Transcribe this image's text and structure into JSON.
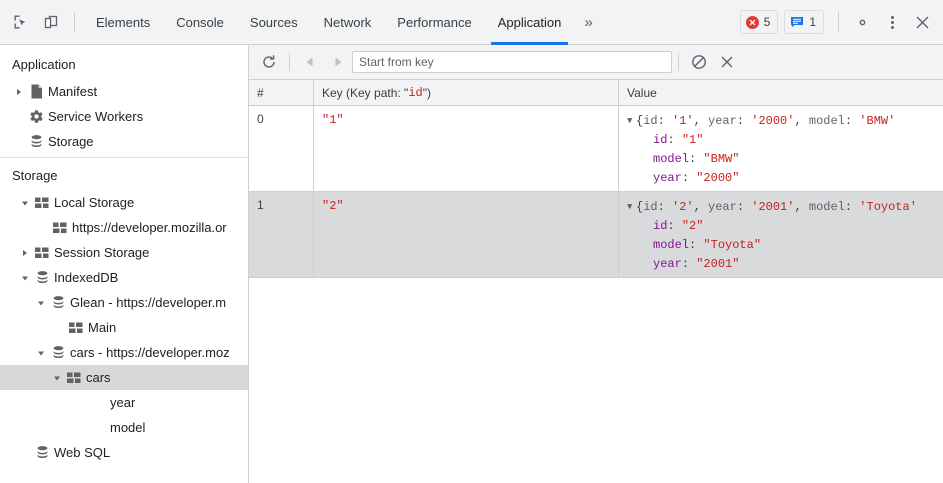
{
  "topbar": {
    "icons": [
      {
        "name": "inspect-element-icon",
        "title": "Inspect element"
      },
      {
        "name": "device-toolbar-icon",
        "title": "Toggle device toolbar"
      }
    ],
    "tabs": [
      {
        "label": "Elements",
        "active": false
      },
      {
        "label": "Console",
        "active": false
      },
      {
        "label": "Sources",
        "active": false
      },
      {
        "label": "Network",
        "active": false
      },
      {
        "label": "Performance",
        "active": false
      },
      {
        "label": "Application",
        "active": true
      }
    ],
    "more_tabs_label": "»",
    "error_count": "5",
    "message_count": "1",
    "settings_label": "Settings",
    "menu_label": "Customize and control DevTools",
    "close_label": "Close DevTools",
    "accent_color": "#1a73e8",
    "error_color": "#e53935",
    "message_color": "#1a73e8"
  },
  "sidebar": {
    "application_title": "Application",
    "application_items": [
      {
        "label": "Manifest",
        "icon": "document-icon",
        "arrow": "collapsed",
        "indent": 0,
        "selected": false
      },
      {
        "label": "Service Workers",
        "icon": "gear-icon",
        "arrow": "none",
        "indent": 0,
        "selected": false
      },
      {
        "label": "Storage",
        "icon": "database-icon",
        "arrow": "none",
        "indent": 0,
        "selected": false
      }
    ],
    "storage_title": "Storage",
    "storage_items": [
      {
        "label": "Local Storage",
        "icon": "table-icon",
        "arrow": "expanded",
        "indent": 0,
        "selected": false
      },
      {
        "label": "https://developer.mozilla.or",
        "icon": "table-icon",
        "arrow": "none",
        "indent": 1,
        "selected": false
      },
      {
        "label": "Session Storage",
        "icon": "table-icon",
        "arrow": "collapsed",
        "indent": 0,
        "selected": false
      },
      {
        "label": "IndexedDB",
        "icon": "database-icon",
        "arrow": "expanded",
        "indent": 0,
        "selected": false
      },
      {
        "label": "Glean - https://developer.m",
        "icon": "database-icon",
        "arrow": "expanded",
        "indent": 1,
        "selected": false
      },
      {
        "label": "Main",
        "icon": "table-icon",
        "arrow": "none",
        "indent": 2,
        "selected": false
      },
      {
        "label": "cars - https://developer.moz",
        "icon": "database-icon",
        "arrow": "expanded",
        "indent": 1,
        "selected": false
      },
      {
        "label": "cars",
        "icon": "table-icon",
        "arrow": "expanded",
        "indent": 2,
        "selected": true
      },
      {
        "label": "year",
        "icon": "none",
        "arrow": "none",
        "indent": 3,
        "selected": false
      },
      {
        "label": "model",
        "icon": "none",
        "arrow": "none",
        "indent": 3,
        "selected": false
      },
      {
        "label": "Web SQL",
        "icon": "database-icon",
        "arrow": "none",
        "indent": 0,
        "selected": false
      }
    ]
  },
  "panel_toolbar": {
    "refresh_label": "Refresh",
    "prev_label": "Show previous page",
    "next_label": "Show next page",
    "key_input_placeholder": "Start from key",
    "key_input_value": "",
    "clear_label": "Clear object store",
    "delete_label": "Delete selected"
  },
  "grid": {
    "columns": [
      {
        "key": "index",
        "label": "#"
      },
      {
        "key": "key",
        "label_prefix": "Key (Key path: \"",
        "label_path": "id",
        "label_suffix": "\")"
      },
      {
        "key": "value",
        "label": "Value"
      }
    ],
    "rows": [
      {
        "index": "0",
        "key": "\"1\"",
        "selected": false,
        "preview": {
          "open": "{",
          "entries": [
            {
              "name": "id",
              "value": "'1'"
            },
            {
              "name": "year",
              "value": "'2000'"
            },
            {
              "name": "model",
              "value": "'BMW'"
            }
          ]
        },
        "properties": [
          {
            "name": "id",
            "value": "\"1\""
          },
          {
            "name": "model",
            "value": "\"BMW\""
          },
          {
            "name": "year",
            "value": "\"2000\""
          }
        ]
      },
      {
        "index": "1",
        "key": "\"2\"",
        "selected": true,
        "preview": {
          "open": "{",
          "entries": [
            {
              "name": "id",
              "value": "'2'"
            },
            {
              "name": "year",
              "value": "'2001'"
            },
            {
              "name": "model",
              "value": "'Toyota'"
            }
          ]
        },
        "properties": [
          {
            "name": "id",
            "value": "\"2\""
          },
          {
            "name": "model",
            "value": "\"Toyota\""
          },
          {
            "name": "year",
            "value": "\"2001\""
          }
        ]
      }
    ]
  }
}
